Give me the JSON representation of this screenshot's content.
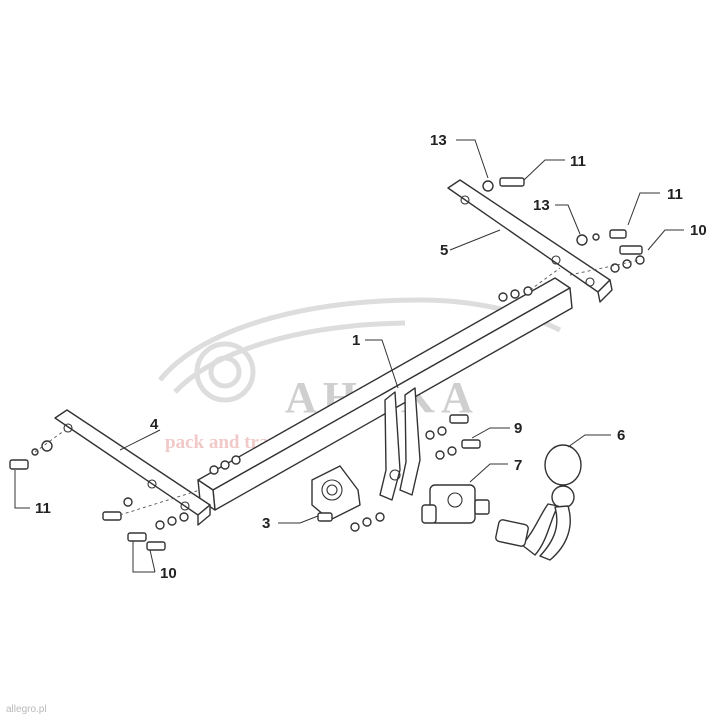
{
  "watermark": {
    "brand": "AHAKA",
    "tagline": "pack and travel"
  },
  "credit": "allegro.pl",
  "callouts": {
    "c1": "1",
    "c3": "3",
    "c4": "4",
    "c5": "5",
    "c6": "6",
    "c7": "7",
    "c9": "9",
    "c10a": "10",
    "c10b": "10",
    "c11a": "11",
    "c11b": "11",
    "c11c": "11",
    "c13a": "13",
    "c13b": "13"
  }
}
